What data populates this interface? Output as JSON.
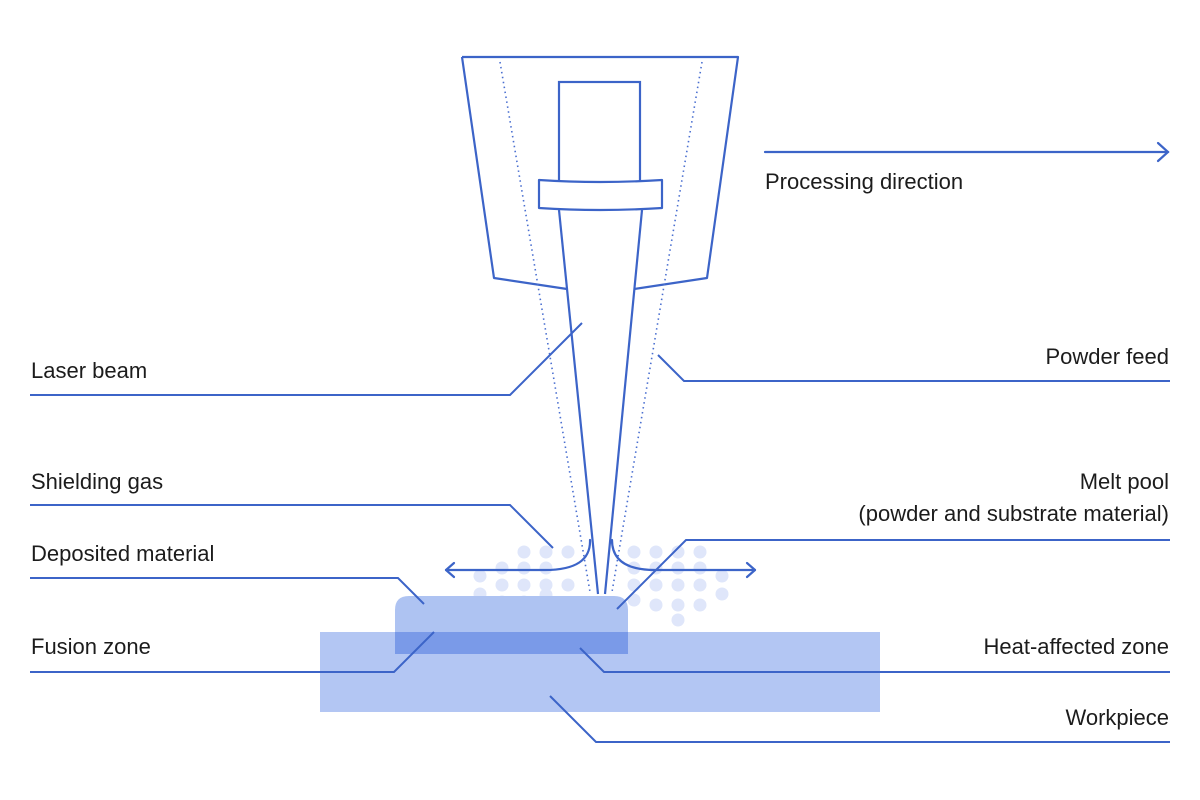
{
  "labels": {
    "processing_direction": "Processing direction",
    "laser_beam": "Laser beam",
    "powder_feed": "Powder feed",
    "shielding_gas": "Shielding gas",
    "melt_pool_line1": "Melt pool",
    "melt_pool_line2": "(powder and substrate material)",
    "deposited_material": "Deposited material",
    "fusion_zone": "Fusion zone",
    "heat_affected_zone": "Heat-affected zone",
    "workpiece": "Workpiece"
  },
  "colors": {
    "line": "#3c64c8",
    "dotted": "#4a6fd0",
    "powder": "#dfe6fa",
    "workpiece_fill": "#b3c6f3",
    "deposit_fill": "#aec3f2",
    "fusion_fill": "#7a9ae8",
    "text": "#1c1c1c"
  }
}
